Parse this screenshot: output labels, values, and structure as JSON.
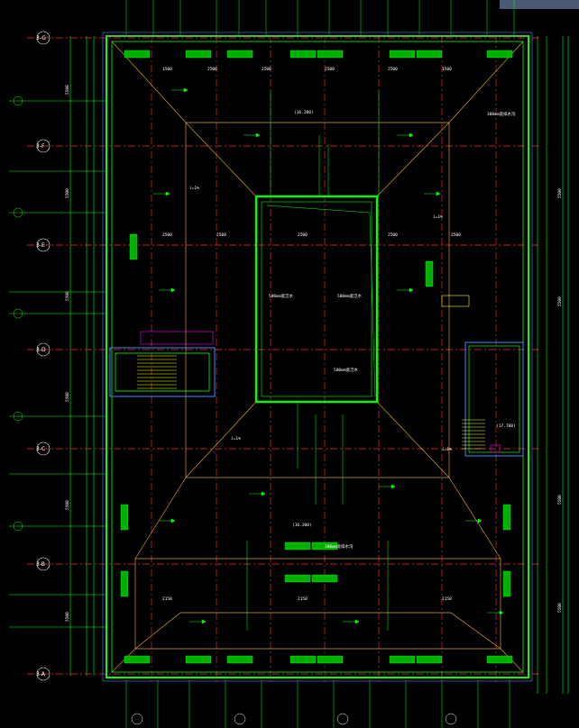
{
  "colors": {
    "background": "#000000",
    "wall": "#00ff00",
    "dim": "#00ff00",
    "axis": "#ff3030",
    "slope": "#d6a030",
    "text_white": "#ffffff",
    "text_yellow": "#ffff00",
    "accent_blue": "#3a8cff",
    "accent_magenta": "#ff00ff",
    "accent_cyan": "#00d8ff"
  },
  "grid_labels": {
    "rows": [
      "3-G",
      "3-F",
      "3-E",
      "3-D",
      "3-C",
      "3-B",
      "3-A"
    ]
  },
  "dimensions": {
    "left": [
      "5500",
      "5500",
      "5500",
      "5500",
      "5500",
      "5500"
    ],
    "right": [
      "5500",
      "5500",
      "5500",
      "5500"
    ]
  },
  "notes": {
    "top_elev": "(16.200)",
    "mid_elev": "(16.200)",
    "stair_elev": "(17.700)",
    "gutter_left": "300mm宽排水沟",
    "gutter_mid": "300mm宽排水沟",
    "slope_a": "i=1%",
    "slope_b": "i=1%",
    "slope_c": "i=1%",
    "slope_d": "i=1%",
    "center_a": "500mm宽泛水",
    "center_b": "500mm宽泛水",
    "center_c": "500mm宽泛水"
  }
}
